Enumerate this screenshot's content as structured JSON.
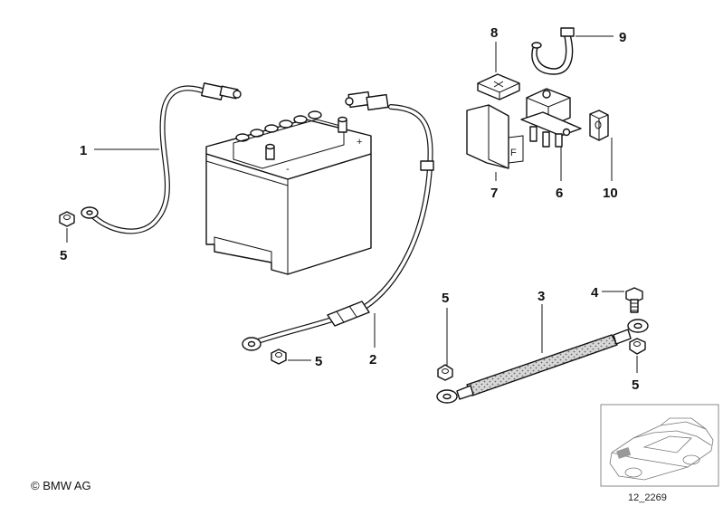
{
  "callouts": {
    "1": "1",
    "2": "2",
    "3": "3",
    "4": "4",
    "5": "5",
    "6": "6",
    "7": "7",
    "8": "8",
    "9": "9",
    "10": "10"
  },
  "footer": {
    "copyright": "© BMW AG",
    "reference": "12_2269"
  }
}
